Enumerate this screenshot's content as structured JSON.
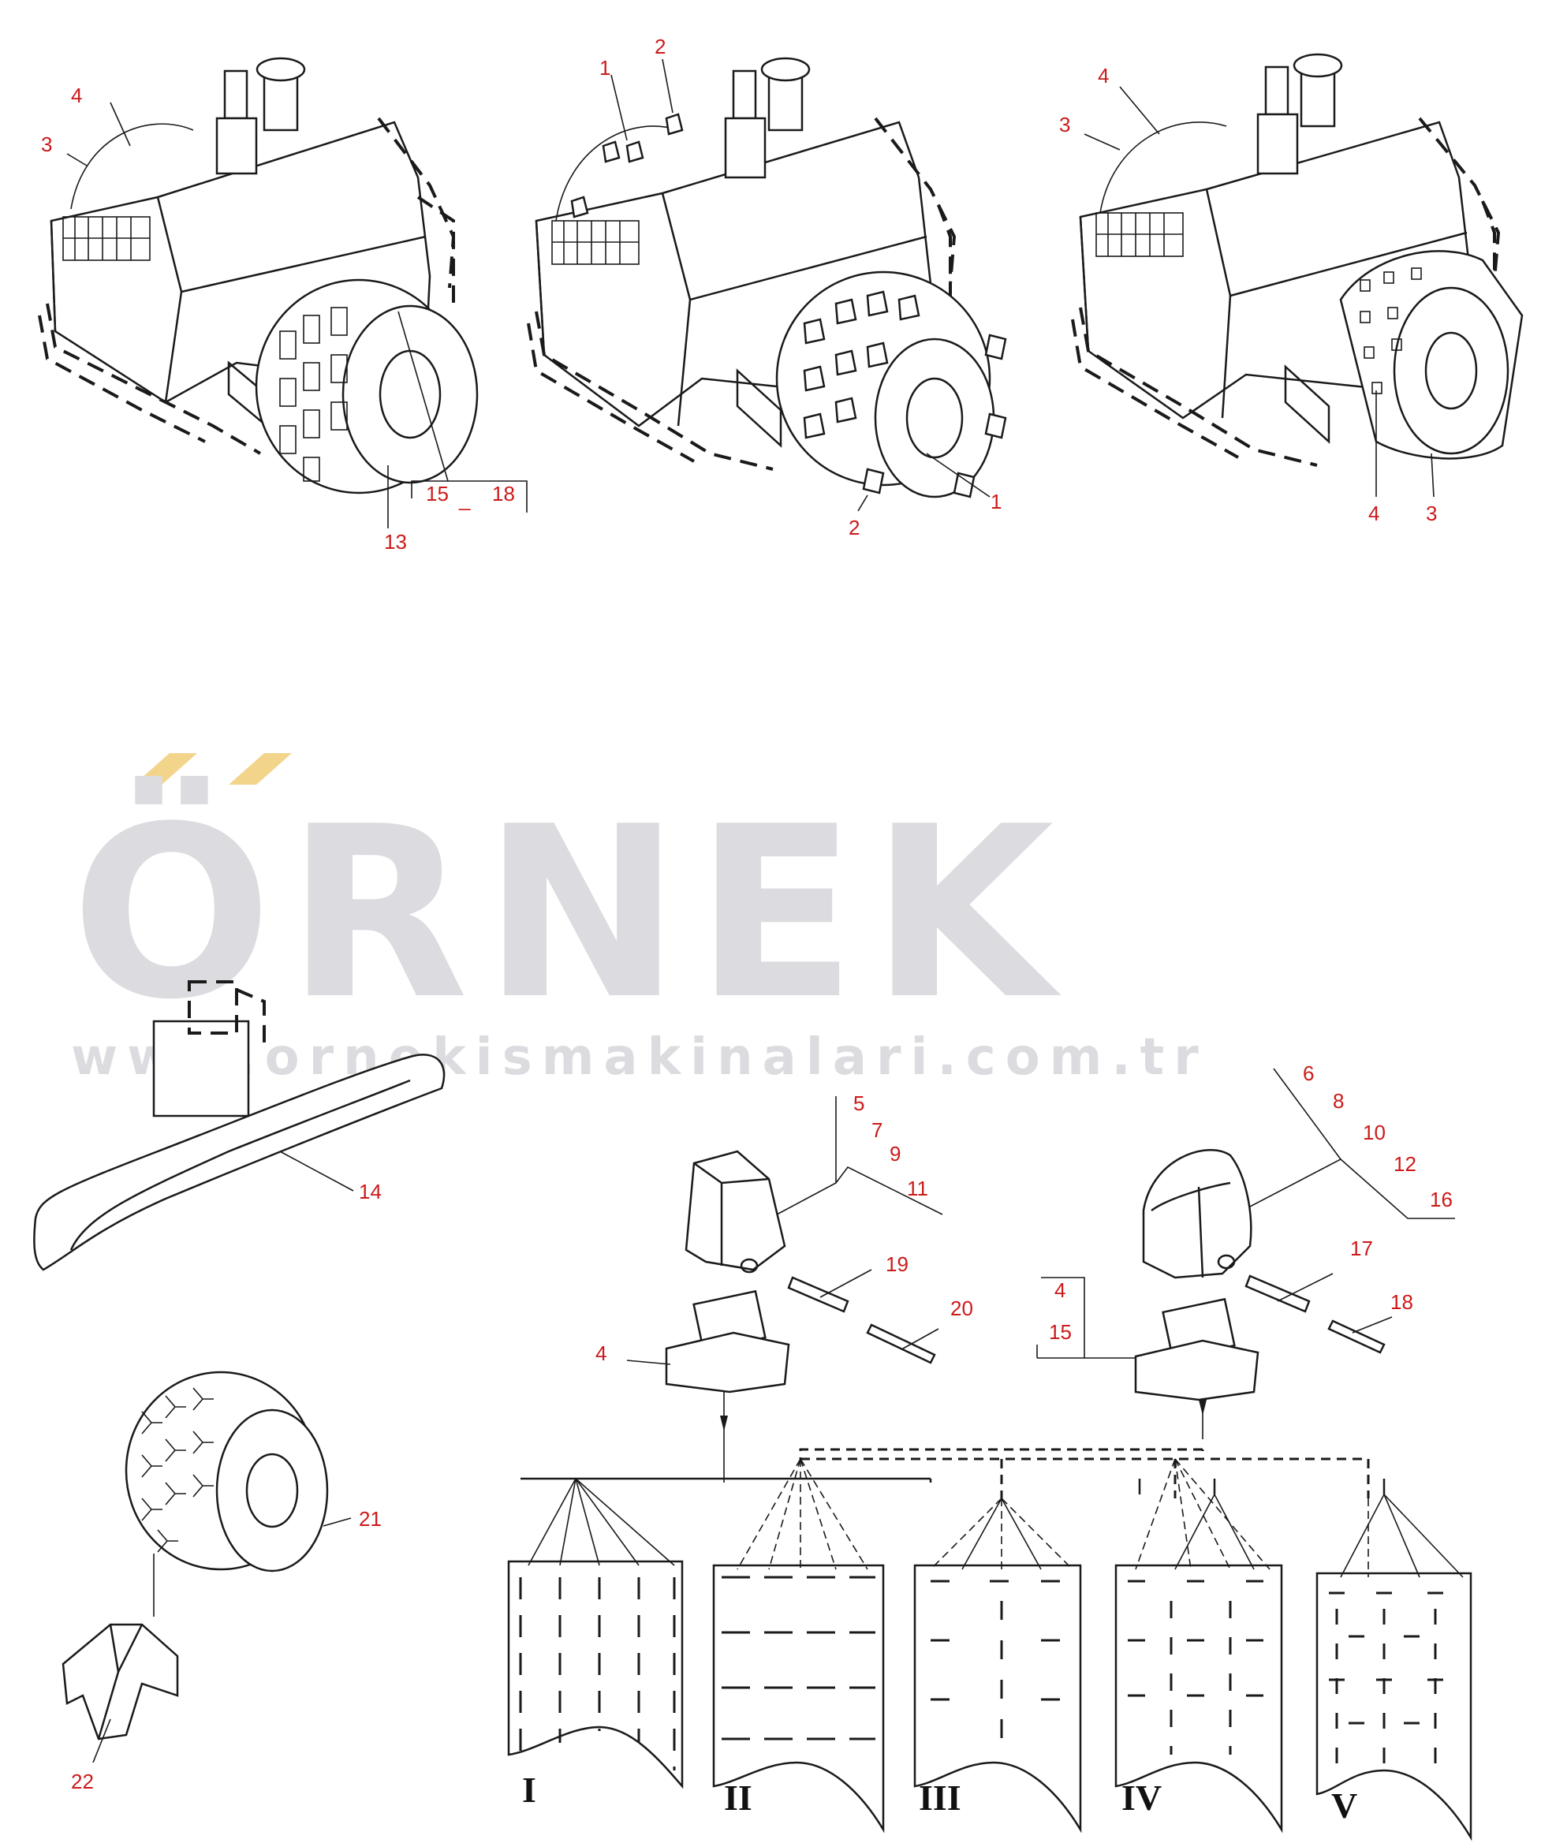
{
  "watermark": {
    "brand": "ÖRNEK",
    "url": "www.ornekismakinalari.com.tr",
    "accent_color": "#f2d48a",
    "gray_color": "#dcdce0"
  },
  "callouts": {
    "m1_4": "4",
    "m1_3": "3",
    "m1_15": "15",
    "m1_dash": "_",
    "m1_18": "18",
    "m1_13": "13",
    "m2_1a": "1",
    "m2_2a": "2",
    "m2_1b": "1",
    "m2_2b": "2",
    "m3_4a": "4",
    "m3_3a": "3",
    "m3_4b": "4",
    "m3_3b": "3",
    "p14": "14",
    "p21": "21",
    "p22": "22",
    "t1_5": "5",
    "t1_7": "7",
    "t1_9": "9",
    "t1_11": "11",
    "t1_19": "19",
    "t1_20": "20",
    "t1_4": "4",
    "t2_6": "6",
    "t2_8": "8",
    "t2_10": "10",
    "t2_12": "12",
    "t2_16": "16",
    "t2_17": "17",
    "t2_18": "18",
    "t2_4": "4",
    "t2_15": "15"
  },
  "patterns": {
    "roman": [
      "I",
      "II",
      "III",
      "IV",
      "V"
    ]
  },
  "colors": {
    "callout": "#cc1a1a",
    "line": "#1a1a1a"
  }
}
